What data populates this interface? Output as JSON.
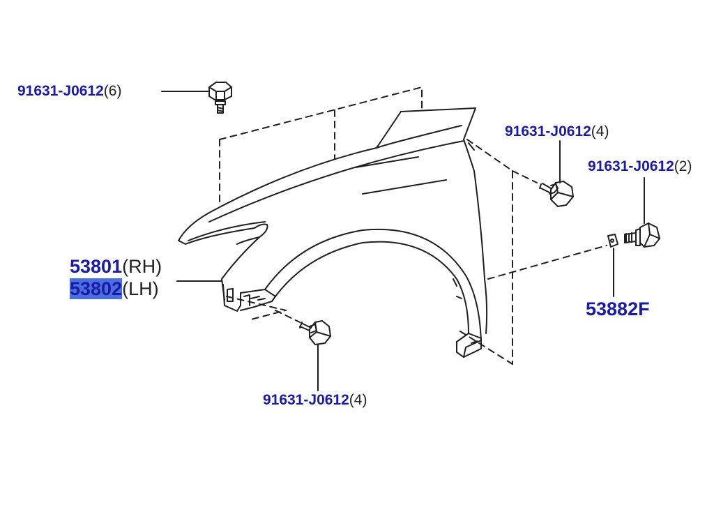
{
  "colors": {
    "part_number": "#1a1aa6",
    "quantity": "#222222",
    "highlight": "#4a6fe0",
    "line": "#1f1f1f"
  },
  "callouts": {
    "bolt_top_left": {
      "number": "91631-J0612",
      "qty": "(6)"
    },
    "bolt_rear_upper": {
      "number": "91631-J0612",
      "qty": "(4)"
    },
    "bolt_rear_right": {
      "number": "91631-J0612",
      "qty": "(2)"
    },
    "fender_rh": {
      "number": "53801",
      "side": "(RH)"
    },
    "fender_lh": {
      "number": "53802",
      "side": "(LH)"
    },
    "washer": {
      "number": "53882F"
    },
    "bolt_bottom": {
      "number": "91631-J0612",
      "qty": "(4)"
    }
  }
}
